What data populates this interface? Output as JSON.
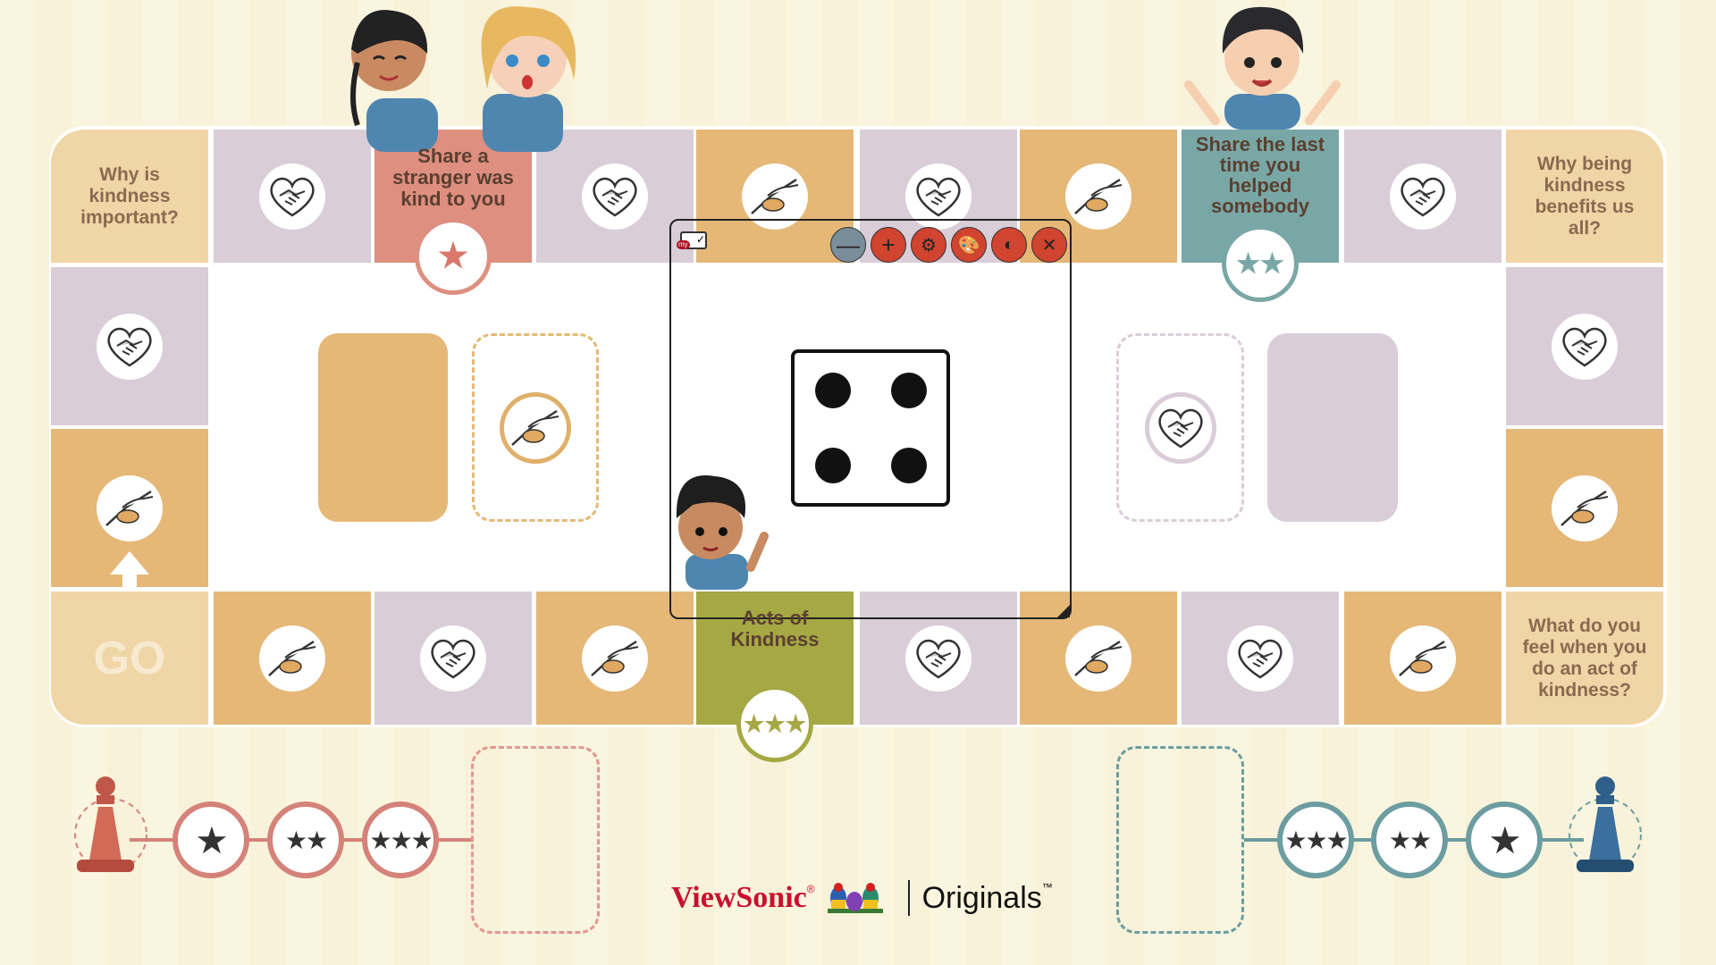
{
  "board": {
    "top": [
      {
        "type": "question",
        "text": "Why is kindness important?"
      },
      {
        "type": "heart"
      },
      {
        "type": "special",
        "color": "salmon",
        "text": "Share a stranger was kind to you",
        "stars": "★"
      },
      {
        "type": "heart"
      },
      {
        "type": "hands"
      },
      {
        "type": "heart"
      },
      {
        "type": "hands"
      },
      {
        "type": "special",
        "color": "teal",
        "text": "Share the last time you helped somebody",
        "stars": "★★"
      },
      {
        "type": "heart"
      },
      {
        "type": "question",
        "text": "Why being kindness benefits us all?"
      }
    ],
    "left": [
      {
        "type": "heart"
      },
      {
        "type": "hands",
        "arrow": "up"
      }
    ],
    "right": [
      {
        "type": "heart"
      },
      {
        "type": "hands"
      }
    ],
    "bottom": [
      {
        "type": "go",
        "text": "GO"
      },
      {
        "type": "hands"
      },
      {
        "type": "heart"
      },
      {
        "type": "hands"
      },
      {
        "type": "special",
        "color": "olive",
        "text": "Acts of Kindness",
        "stars": "★★★"
      },
      {
        "type": "heart"
      },
      {
        "type": "hands"
      },
      {
        "type": "heart"
      },
      {
        "type": "hands"
      },
      {
        "type": "question",
        "text": "What do you feel when you do an act of kindness?"
      }
    ]
  },
  "colors": {
    "beige": "#f0d5a6",
    "heart": "#d9cdd8",
    "hands": "#e5b877",
    "salmon": "#de8f7f",
    "teal": "#79a7a6",
    "olive": "#a5a843",
    "red": "#d4827a",
    "blue": "#6c9da0"
  },
  "dice": {
    "value": 4
  },
  "window": {
    "buttons": [
      "minimize",
      "zoom-in",
      "settings",
      "palette",
      "contrast",
      "close"
    ],
    "glyphs": [
      "—",
      "+",
      "⚙",
      "🎨",
      "◐",
      "✕"
    ],
    "logo_badge": "my"
  },
  "players": {
    "red": {
      "stars": [
        "★",
        "★★",
        "★★★"
      ]
    },
    "blue": {
      "stars": [
        "★★★",
        "★★",
        "★"
      ]
    }
  },
  "footer": {
    "brand": "ViewSonic",
    "registered": "®",
    "product": "Originals",
    "tm": "™"
  }
}
